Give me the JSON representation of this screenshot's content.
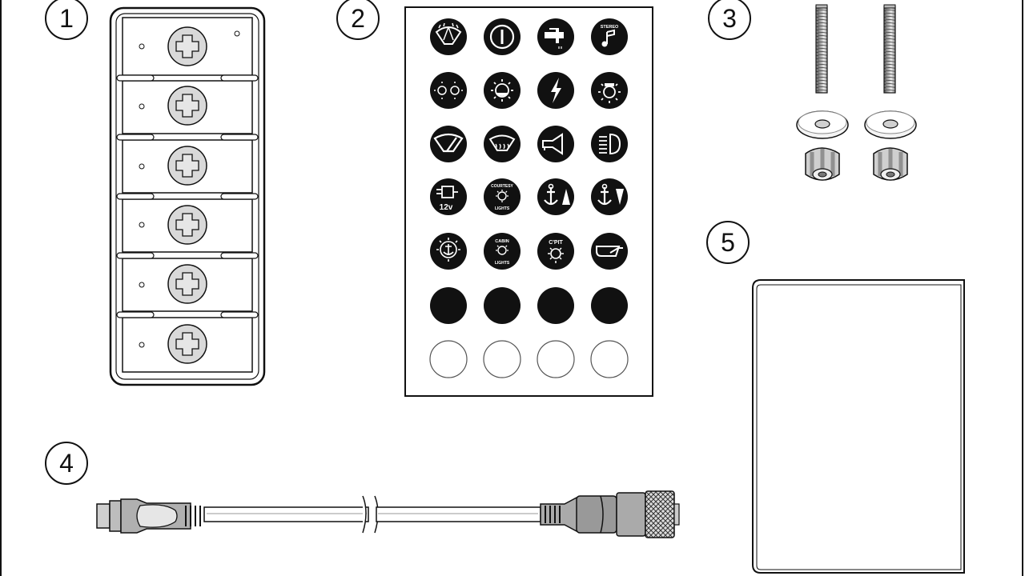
{
  "callouts": {
    "item1": "1",
    "item2": "2",
    "item3": "3",
    "item4": "4",
    "item5": "5"
  },
  "legend_text": {
    "stereo": "STEREO",
    "voltage": "12v",
    "courtesy_top": "COURTESY",
    "courtesy_bottom": "LIGHTS",
    "cabin_top": "CABIN",
    "cabin_bottom": "LIGHTS",
    "cockpit": "C'PIT"
  },
  "icons": [
    "wiper-washer-icon",
    "power-icon",
    "tap-icon",
    "stereo-icon",
    "nav-lights-icon",
    "dimmer-light-icon",
    "lightning-icon",
    "spotlight-icon",
    "wiper-icon",
    "demister-icon",
    "horn-icon",
    "headlight-icon",
    "12v-socket-icon",
    "courtesy-lights-icon",
    "anchor-up-icon",
    "anchor-down-icon",
    "anchor-light-icon",
    "cabin-lights-icon",
    "cockpit-light-icon",
    "bilge-pump-icon"
  ],
  "colors": {
    "line": "#111111",
    "button_fill": "#d9d9d9",
    "blank_black": "#111111"
  }
}
